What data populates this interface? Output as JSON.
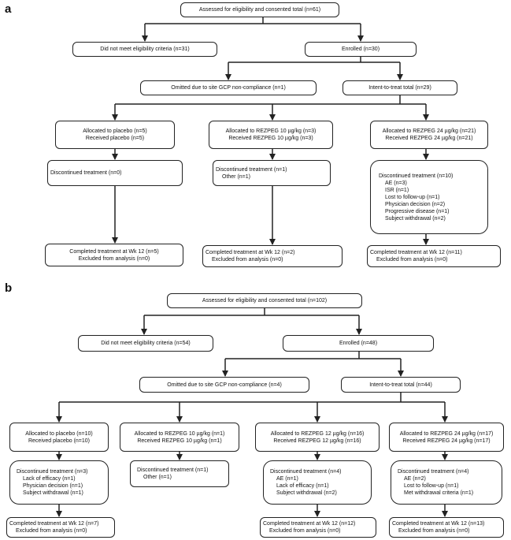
{
  "panels": [
    {
      "label": "a",
      "assessed": "Assessed for eligibility and consented total (n=61)",
      "not_eligible": "Did not meet eligibility criteria (n=31)",
      "enrolled": "Enrolled (n=30)",
      "omitted": "Omitted due to site GCP non-compliance (n=1)",
      "itt": "Intent-to-treat total (n=29)",
      "arms": [
        {
          "allocated": "Allocated to placebo (n=5)",
          "received": "Received placebo (n=5)",
          "discontinued": "Discontinued treatment (n=0)",
          "reasons": [],
          "completed": "Completed treatment at Wk 12 (n=5)",
          "excluded": "Excluded from analysis (n=0)"
        },
        {
          "allocated": "Allocated to REZPEG 10 µg/kg (n=3)",
          "received": "Received REZPEG 10 µg/kg (n=3)",
          "discontinued": "Discontinued treatment (n=1)",
          "reasons": [
            "Other (n=1)"
          ],
          "completed": "Completed treatment at Wk 12 (n=2)",
          "excluded": "Excluded from analysis (n=0)"
        },
        {
          "allocated": "Allocated to REZPEG 24 µg/kg (n=21)",
          "received": "Received REZPEG 24 µg/kg (n=21)",
          "discontinued": "Discontinued treatment (n=10)",
          "reasons": [
            "AE (n=3)",
            "ISR (n=1)",
            "Lost to follow-up (n=1)",
            "Physician decision (n=2)",
            "Progressive disease (n=1)",
            "Subject withdrawal (n=2)"
          ],
          "completed": "Completed treatment at Wk 12 (n=11)",
          "excluded": "Excluded from analysis (n=0)"
        }
      ]
    },
    {
      "label": "b",
      "assessed": "Assessed for eligibility and consented total (n=102)",
      "not_eligible": "Did not meet eligibility criteria (n=54)",
      "enrolled": "Enrolled (n=48)",
      "omitted": "Omitted due to site GCP non-compliance (n=4)",
      "itt": "Intent-to-treat total (n=44)",
      "arms": [
        {
          "allocated": "Allocated to placebo (n=10)",
          "received": "Received placebo (n=10)",
          "discontinued": "Discontinued treatment (n=3)",
          "reasons": [
            "Lack of efficacy (n=1)",
            "Physician decision (n=1)",
            "Subject withdrawal (n=1)"
          ],
          "completed": "Completed treatment at Wk 12 (n=7)",
          "excluded": "Excluded from analysis (n=0)"
        },
        {
          "allocated": "Allocated to REZPEG 10 µg/kg (n=1)",
          "received": "Received REZPEG 10 µg/kg (n=1)",
          "discontinued": "Discontinued treatment (n=1)",
          "reasons": [
            "Other (n=1)"
          ]
        },
        {
          "allocated": "Allocated to REZPEG 12 µg/kg (n=16)",
          "received": "Received REZPEG 12 µg/kg (n=16)",
          "discontinued": "Discontinued treatment (n=4)",
          "reasons": [
            "AE (n=1)",
            "Lack of efficacy (n=1)",
            "Subject withdrawal (n=2)"
          ],
          "completed": "Completed treatment at Wk 12 (n=12)",
          "excluded": "Excluded from analysis (n=0)"
        },
        {
          "allocated": "Allocated to REZPEG 24 µg/kg (n=17)",
          "received": "Received REZPEG 24 µg/kg (n=17)",
          "discontinued": "Discontinued treatment (n=4)",
          "reasons": [
            "AE (n=2)",
            "Lost to follow-up (n=1)",
            "Met withdrawal criteria (n=1)"
          ],
          "completed": "Completed treatment at Wk 12 (n=13)",
          "excluded": "Excluded from analysis (n=0)"
        }
      ]
    }
  ]
}
